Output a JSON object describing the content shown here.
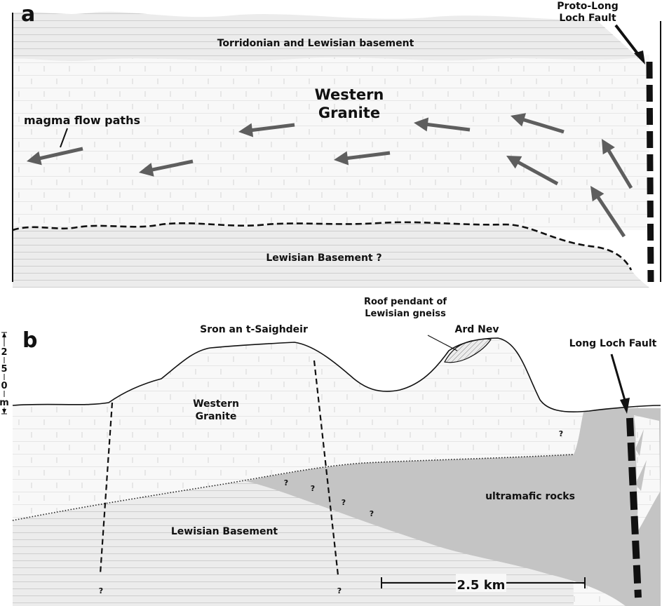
{
  "panel_a": {
    "letter": "a",
    "fault_label_line1": "Proto-Long",
    "fault_label_line2": "Loch Fault",
    "top_unit_label": "Torridonian and Lewisian basement",
    "granite_label_line1": "Western",
    "granite_label_line2": "Granite",
    "flow_label": "magma flow paths",
    "bottom_unit_label": "Lewisian Basement ?",
    "question_mark": "?"
  },
  "panel_b": {
    "letter": "b",
    "scale_marker": [
      "2",
      "5",
      "0",
      "m"
    ],
    "peak_1_label": "Sron an t-Saighdeir",
    "peak_2_label": "Ard Nev",
    "pendant_label_line1": "Roof pendant of",
    "pendant_label_line2": "Lewisian gneiss",
    "fault_label": "Long Loch Fault",
    "granite_label_line1": "Western",
    "granite_label_line2": "Granite",
    "ultramafic_label": "ultramafic rocks",
    "basement_label": "Lewisian Basement",
    "scale_bar_label": "2.5 km",
    "question_marks": [
      "?",
      "?",
      "?",
      "?",
      "?",
      "?",
      "?"
    ]
  },
  "colors": {
    "basement_fill": "#e9e9e9",
    "granite_fill": "#f7f7f7",
    "ultramafic_fill": "#c4c4c4",
    "arrow_color": "#5e5e5e",
    "line_color": "#111111"
  }
}
